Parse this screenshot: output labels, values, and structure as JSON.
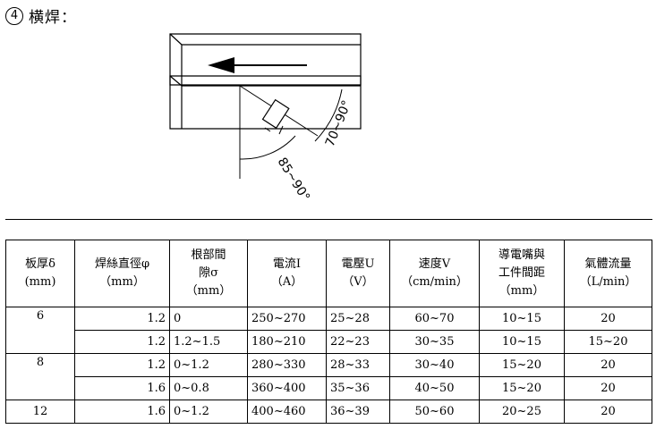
{
  "heading": {
    "number": "4",
    "title": "横焊："
  },
  "diagram": {
    "angle1": "70~90°",
    "angle2": "85~90°"
  },
  "table": {
    "headers": [
      {
        "line1": "板厚δ",
        "line2": "(mm)"
      },
      {
        "line1": "焊絲直徑φ",
        "line2": "（mm）"
      },
      {
        "line1": "根部間",
        "line2": "隙σ",
        "line3": "（mm）"
      },
      {
        "line1": "電流I",
        "line2": "（A）"
      },
      {
        "line1": "電壓U",
        "line2": "（V）"
      },
      {
        "line1": "速度V",
        "line2": "（cm/min）"
      },
      {
        "line1": "導電嘴與",
        "line2": "工件間距",
        "line3": "（mm）"
      },
      {
        "line1": "氣體流量",
        "line2": "（L/min）"
      }
    ],
    "rows": [
      {
        "thickness": "6",
        "wire": "1.2",
        "gap": "0",
        "current": "250~270",
        "voltage": "25~28",
        "speed": "60~70",
        "distance": "10~15",
        "gas": "20"
      },
      {
        "thickness": "",
        "wire": "1.2",
        "gap": "1.2~1.5",
        "current": "180~210",
        "voltage": "22~23",
        "speed": "30~35",
        "distance": "10~15",
        "gas": "15~20"
      },
      {
        "thickness": "8",
        "wire": "1.2",
        "gap": "0~1.2",
        "current": "280~330",
        "voltage": "28~33",
        "speed": "30~40",
        "distance": "15~20",
        "gas": "20"
      },
      {
        "thickness": "",
        "wire": "1.6",
        "gap": "0~0.8",
        "current": "360~400",
        "voltage": "35~36",
        "speed": "40~50",
        "distance": "15~20",
        "gas": "20"
      },
      {
        "thickness": "12",
        "wire": "1.6",
        "gap": "0~1.2",
        "current": "400~460",
        "voltage": "36~39",
        "speed": "50~60",
        "distance": "20~25",
        "gas": "20"
      }
    ]
  }
}
